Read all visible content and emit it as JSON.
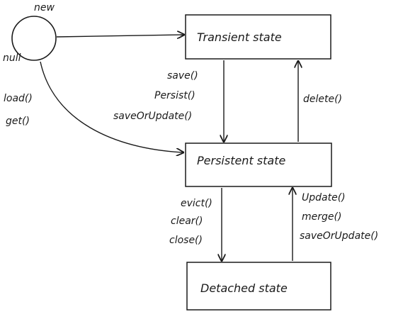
{
  "diagram": {
    "start_node": {
      "top_label": "new",
      "bottom_label": "null"
    },
    "states": {
      "transient": "Transient state",
      "persistent": "Persistent state",
      "detached": "Detached state"
    },
    "edges": {
      "null_to_persistent": [
        "load()",
        "get()"
      ],
      "transient_to_persistent": [
        "save()",
        "Persist()",
        "saveOrUpdate()"
      ],
      "persistent_to_transient": [
        "delete()"
      ],
      "persistent_to_detached": [
        "evict()",
        "clear()",
        "close()"
      ],
      "detached_to_persistent": [
        "Update()",
        "merge()",
        "saveOrUpdate()"
      ]
    },
    "colors": {
      "ink": "#1a1a1a",
      "background": "#ffffff"
    }
  }
}
